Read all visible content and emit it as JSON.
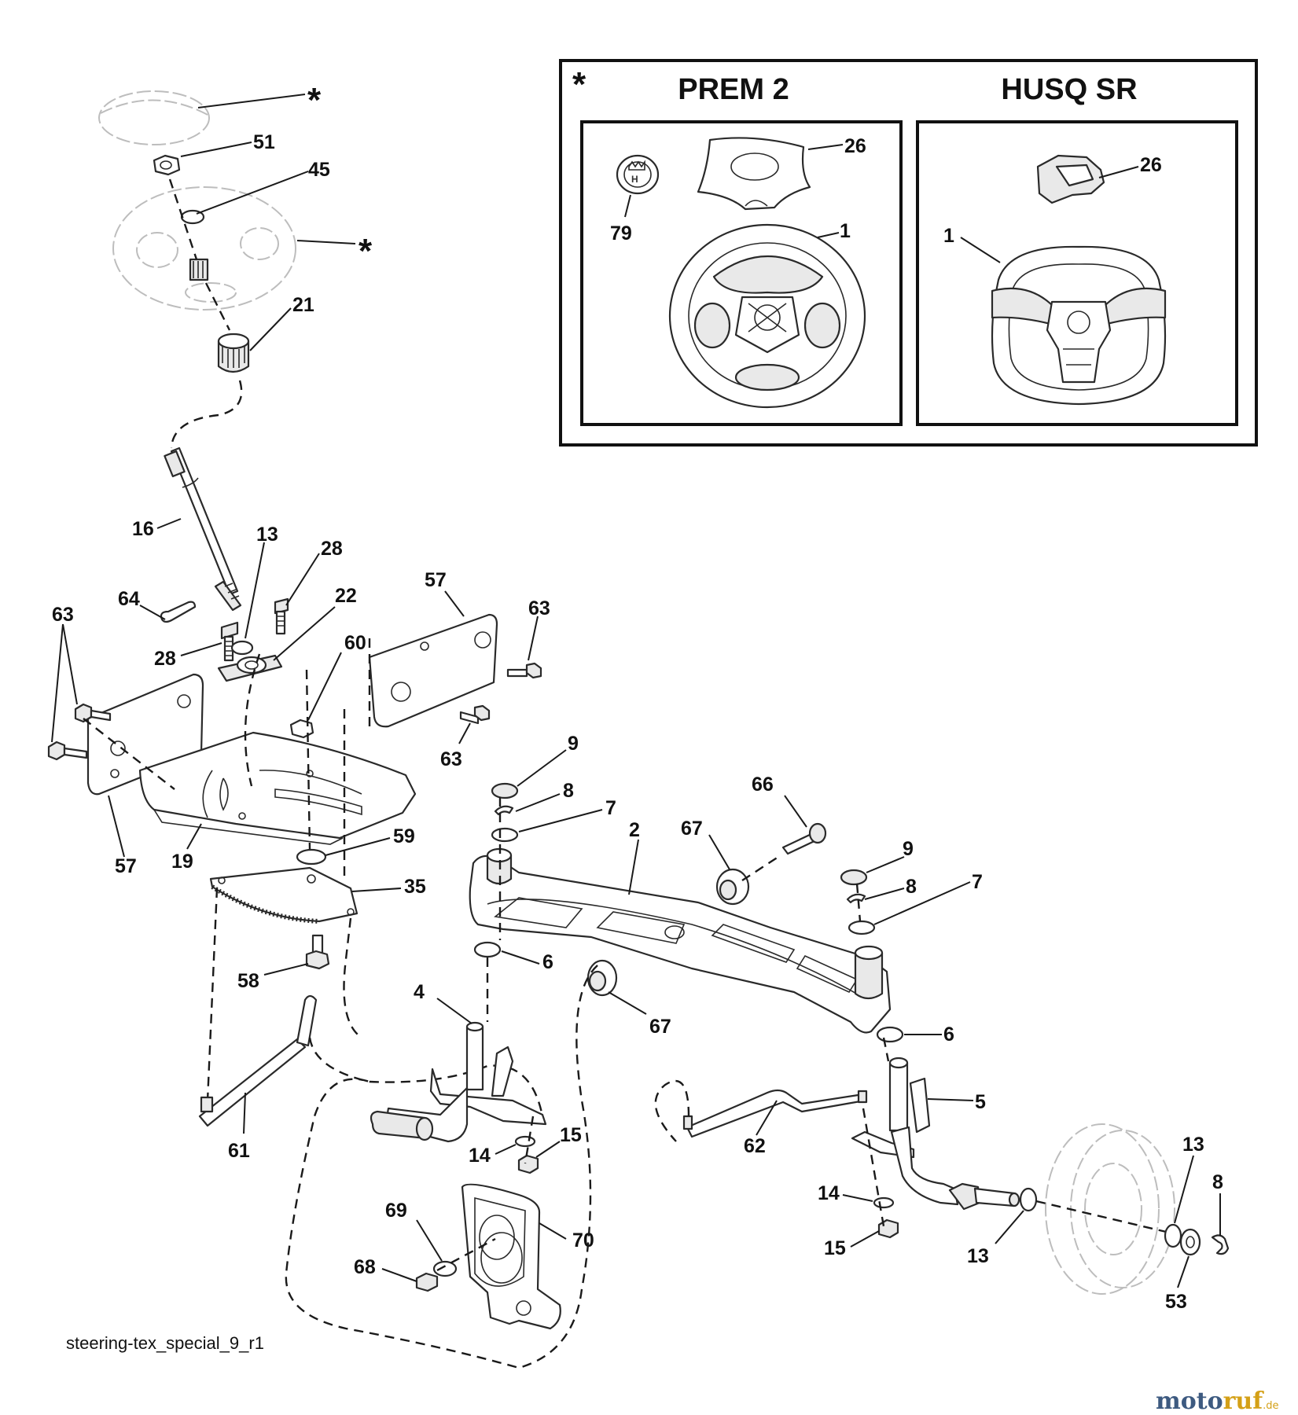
{
  "callouts": {
    "c1a": "1",
    "c1b": "1",
    "c2": "2",
    "c4": "4",
    "c5": "5",
    "c6a": "6",
    "c6b": "6",
    "c7a": "7",
    "c7b": "7",
    "c8a": "8",
    "c8b": "8",
    "c8c": "8",
    "c9a": "9",
    "c9b": "9",
    "c13a": "13",
    "c13b": "13",
    "c13c": "13",
    "c14a": "14",
    "c14b": "14",
    "c15a": "15",
    "c15b": "15",
    "c16": "16",
    "c19": "19",
    "c21": "21",
    "c22": "22",
    "c26a": "26",
    "c26b": "26",
    "c28a": "28",
    "c28b": "28",
    "c35": "35",
    "c45": "45",
    "c51": "51",
    "c53": "53",
    "c57a": "57",
    "c57b": "57",
    "c58": "58",
    "c59": "59",
    "c60": "60",
    "c61": "61",
    "c62": "62",
    "c63a": "63",
    "c63b": "63",
    "c63c": "63",
    "c64": "64",
    "c66": "66",
    "c67a": "67",
    "c67b": "67",
    "c68": "68",
    "c69": "69",
    "c70": "70",
    "c79": "79"
  },
  "variants": {
    "asterisk": "*",
    "left_header": "PREM 2",
    "right_header": "HUSQ SR"
  },
  "markers": {
    "ast_cover": "*",
    "ast_wheel": "*"
  },
  "caption": "steering-tex_special_9_r1",
  "watermark": {
    "part1": "moto",
    "part2": "ruf",
    "suffix": ".de"
  },
  "icons": [
    "steering-wheel",
    "husqvarna-crown-emblem"
  ]
}
